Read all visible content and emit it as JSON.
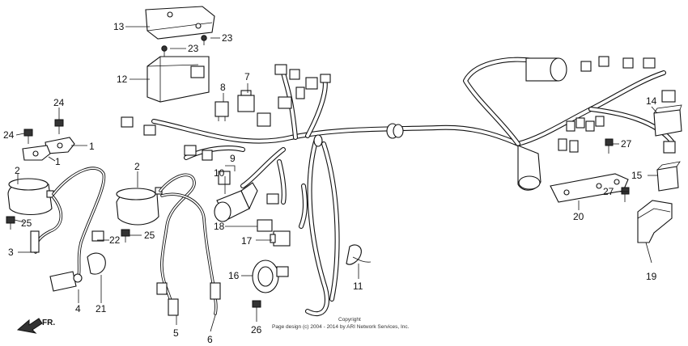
{
  "diagram": {
    "callouts": [
      {
        "key": "c1a",
        "label": "1"
      },
      {
        "key": "c1b",
        "label": "1"
      },
      {
        "key": "c2a",
        "label": "2"
      },
      {
        "key": "c2b",
        "label": "2"
      },
      {
        "key": "c3",
        "label": "3"
      },
      {
        "key": "c4",
        "label": "4"
      },
      {
        "key": "c5",
        "label": "5"
      },
      {
        "key": "c6",
        "label": "6"
      },
      {
        "key": "c7",
        "label": "7"
      },
      {
        "key": "c8",
        "label": "8"
      },
      {
        "key": "c9",
        "label": "9"
      },
      {
        "key": "c10",
        "label": "10"
      },
      {
        "key": "c11",
        "label": "11"
      },
      {
        "key": "c12",
        "label": "12"
      },
      {
        "key": "c13",
        "label": "13"
      },
      {
        "key": "c14",
        "label": "14"
      },
      {
        "key": "c15",
        "label": "15"
      },
      {
        "key": "c16",
        "label": "16"
      },
      {
        "key": "c17",
        "label": "17"
      },
      {
        "key": "c18",
        "label": "18"
      },
      {
        "key": "c19",
        "label": "19"
      },
      {
        "key": "c20",
        "label": "20"
      },
      {
        "key": "c21",
        "label": "21"
      },
      {
        "key": "c22",
        "label": "22"
      },
      {
        "key": "c23a",
        "label": "23"
      },
      {
        "key": "c23b",
        "label": "23"
      },
      {
        "key": "c24a",
        "label": "24"
      },
      {
        "key": "c24b",
        "label": "24"
      },
      {
        "key": "c25a",
        "label": "25"
      },
      {
        "key": "c25b",
        "label": "25"
      },
      {
        "key": "c26",
        "label": "26"
      },
      {
        "key": "c27a",
        "label": "27"
      },
      {
        "key": "c27b",
        "label": "27"
      }
    ],
    "direction_label": "FR.",
    "copyright_line1": "Copyright",
    "copyright_line2": "Page design (c) 2004 - 2014 by ARI Network Services, Inc."
  }
}
